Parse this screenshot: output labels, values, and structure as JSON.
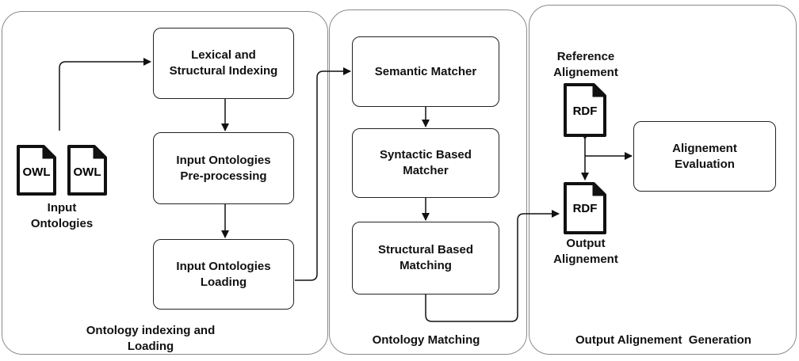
{
  "panels": {
    "indexing": "Ontology indexing and\nLoading",
    "matching": "Ontology Matching",
    "generation": "Output Alignement  Generation"
  },
  "input": {
    "doc1": "OWL",
    "doc2": "OWL",
    "label": "Input\nOntologies"
  },
  "boxes": {
    "lexical": "Lexical and\nStructural Indexing",
    "preprocessing": "Input Ontologies\nPre-processing",
    "loading": "Input Ontologies\nLoading",
    "semantic": "Semantic Matcher",
    "syntactic": "Syntactic Based\nMatcher",
    "structural": "Structural Based\nMatching",
    "evaluation": "Alignement\nEvaluation"
  },
  "reference": {
    "doc": "RDF",
    "label": "Reference\nAlignement"
  },
  "output": {
    "doc": "RDF",
    "label": "Output\nAlignement"
  }
}
